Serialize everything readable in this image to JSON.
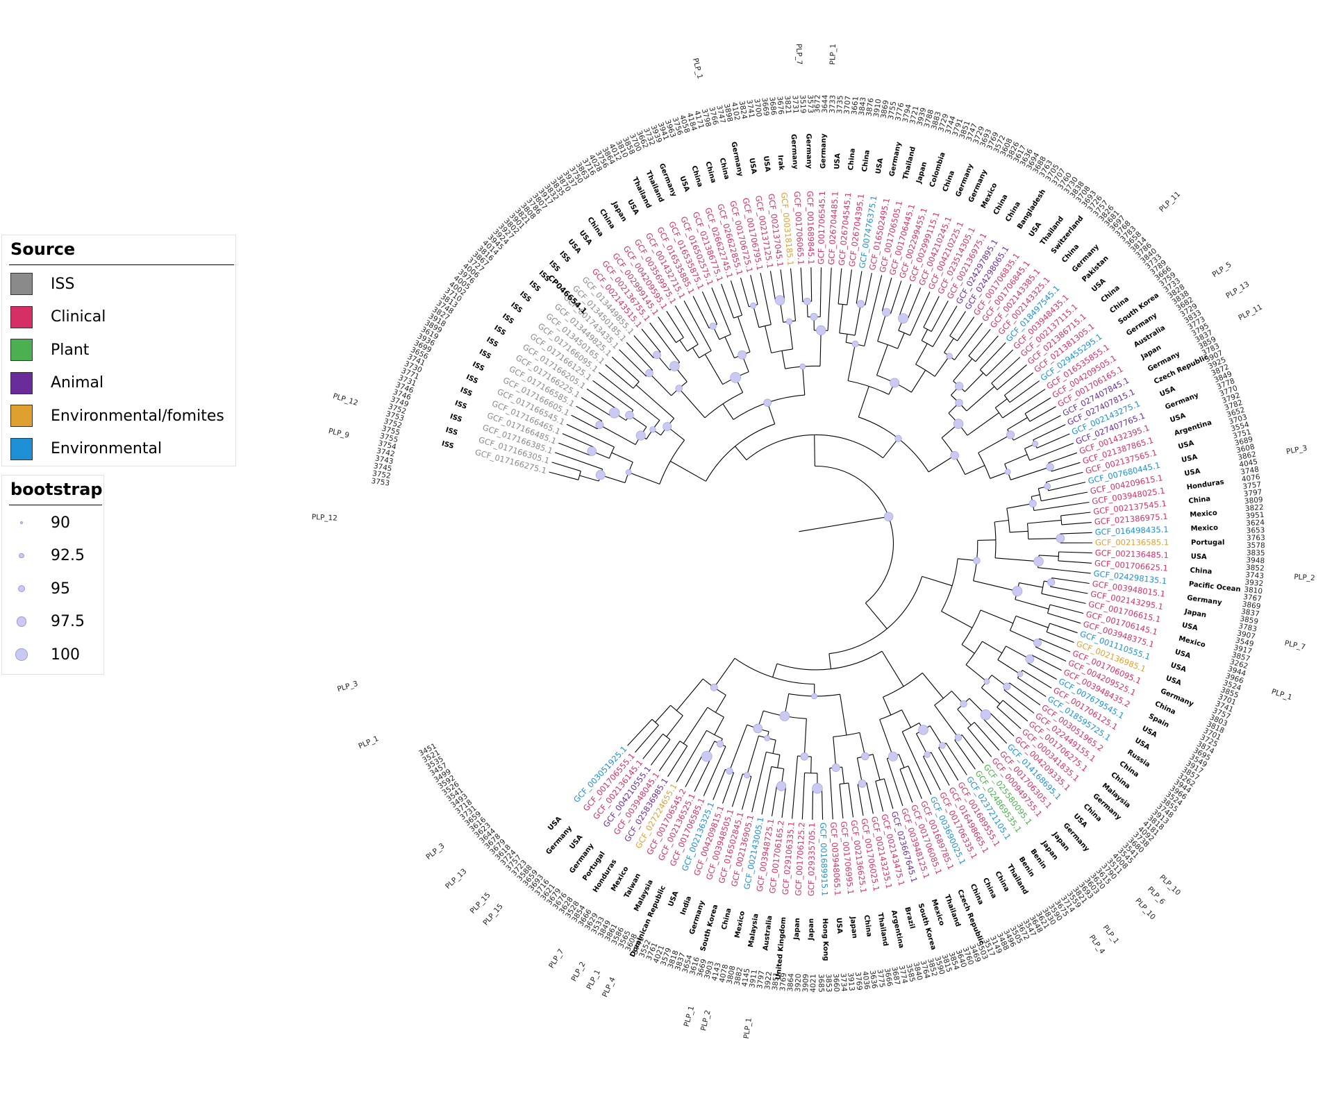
{
  "legend_source": {
    "title": "Source",
    "items": [
      {
        "label": "ISS",
        "color": "#8a8a8a"
      },
      {
        "label": "Clinical",
        "color": "#d62f65"
      },
      {
        "label": "Plant",
        "color": "#4caf50"
      },
      {
        "label": "Animal",
        "color": "#6a2c9a"
      },
      {
        "label": "Environmental/fomites",
        "color": "#e0a030"
      },
      {
        "label": "Environmental",
        "color": "#1e90d6"
      }
    ]
  },
  "legend_bootstrap": {
    "title": "bootstrap",
    "items": [
      {
        "label": "90",
        "value": 90
      },
      {
        "label": "92.5",
        "value": 92.5
      },
      {
        "label": "95",
        "value": 95
      },
      {
        "label": "97.5",
        "value": 97.5
      },
      {
        "label": "100",
        "value": 100
      }
    ]
  },
  "root_label": "CP046654.1",
  "iss_clade": [
    "GCF_017166275.1",
    "GCF_017166305.1",
    "GCF_017166385.1",
    "GCF_017166485.1",
    "GCF_017166465.1",
    "GCF_017166545.1",
    "GCF_017166605.1",
    "GCF_017166585.1",
    "GCF_017166225.1",
    "GCF_017166205.1",
    "GCF_017166125.1",
    "GCF_017166095.1",
    "GCF_013450165.1",
    "GCF_013449825.1",
    "GCF_001743435.1",
    "GCF_013450185.1",
    "GCF_013449855.1"
  ],
  "iss_country": "ISS",
  "leaf_labels": [
    {
      "acc": "GCF_002143515.1",
      "country": "USA",
      "src": "Clinical"
    },
    {
      "acc": "GCF_002136755.1",
      "country": "USA",
      "src": "Clinical"
    },
    {
      "acc": "GCF_002999145.1",
      "country": "China",
      "src": "Clinical"
    },
    {
      "acc": "GCF_004209595.1",
      "country": "China",
      "src": "Clinical"
    },
    {
      "acc": "GCF_003569975.1",
      "country": "Japan",
      "src": "Clinical"
    },
    {
      "acc": "GCF_001432715.1",
      "country": "USA",
      "src": "Clinical"
    },
    {
      "acc": "GCF_016535885.1",
      "country": "Thailand",
      "src": "Clinical"
    },
    {
      "acc": "GCF_016535875.1",
      "country": "Thailand",
      "src": "Clinical"
    },
    {
      "acc": "GCF_016502575.1",
      "country": "Germany",
      "src": "Clinical"
    },
    {
      "acc": "GCF_021386775.1",
      "country": "USA",
      "src": "Clinical"
    },
    {
      "acc": "GCF_026622745.1",
      "country": "China",
      "src": "Clinical"
    },
    {
      "acc": "GCF_026622855.1",
      "country": "China",
      "src": "Clinical"
    },
    {
      "acc": "GCF_001706725.1",
      "country": "China",
      "src": "Clinical"
    },
    {
      "acc": "GCF_001706795.1",
      "country": "Germany",
      "src": "Clinical"
    },
    {
      "acc": "GCF_002137125.1",
      "country": "USA",
      "src": "Clinical"
    },
    {
      "acc": "GCF_002137045.1",
      "country": "USA",
      "src": "Clinical"
    },
    {
      "acc": "GCF_000318185.1",
      "country": "Irak",
      "src": "Environmental/fomites"
    },
    {
      "acc": "GCF_001706065.1",
      "country": "Germany",
      "src": "Clinical"
    },
    {
      "acc": "GCF_001689845.1",
      "country": "Germany",
      "src": "Clinical"
    },
    {
      "acc": "GCF_001706545.1",
      "country": "Germany",
      "src": "Clinical"
    },
    {
      "acc": "GCF_026704485.1",
      "country": "USA",
      "src": "Clinical"
    },
    {
      "acc": "GCF_026704545.1",
      "country": "China",
      "src": "Clinical"
    },
    {
      "acc": "GCF_026704395.1",
      "country": "China",
      "src": "Clinical"
    },
    {
      "acc": "GCF_007476375.1",
      "country": "USA",
      "src": "Environmental"
    },
    {
      "acc": "GCF_016502495.1",
      "country": "Germany",
      "src": "Clinical"
    },
    {
      "acc": "GCF_001706505.1",
      "country": "Thailand",
      "src": "Clinical"
    },
    {
      "acc": "GCF_001706445.1",
      "country": "Japan",
      "src": "Clinical"
    },
    {
      "acc": "GCF_002299455.1",
      "country": "Colombia",
      "src": "Clinical"
    },
    {
      "acc": "GCF_002999115.1",
      "country": "China",
      "src": "Clinical"
    },
    {
      "acc": "GCF_004210245.1",
      "country": "Germany",
      "src": "Clinical"
    },
    {
      "acc": "GCF_004210225.1",
      "country": "Germany",
      "src": "Clinical"
    },
    {
      "acc": "GCF_023514305.1",
      "country": "Mexico",
      "src": "Clinical"
    },
    {
      "acc": "GCF_002136975.1",
      "country": "China",
      "src": "Clinical"
    },
    {
      "acc": "GCF_024297895.1",
      "country": "China",
      "src": "Animal"
    },
    {
      "acc": "GCF_024298065.1",
      "country": "Bangladesh",
      "src": "Animal"
    },
    {
      "acc": "GCF_001706835.1",
      "country": "USA",
      "src": "Clinical"
    },
    {
      "acc": "GCF_001706845.1",
      "country": "Thailand",
      "src": "Clinical"
    },
    {
      "acc": "GCF_002143385.1",
      "country": "Switzerland",
      "src": "Clinical"
    },
    {
      "acc": "GCF_002143325.1",
      "country": "China",
      "src": "Clinical"
    },
    {
      "acc": "GCF_018497545.1",
      "country": "Germany",
      "src": "Environmental"
    },
    {
      "acc": "GCF_003948435.1",
      "country": "Pakistan",
      "src": "Clinical"
    },
    {
      "acc": "GCF_002137115.1",
      "country": "USA",
      "src": "Clinical"
    },
    {
      "acc": "GCF_021386715.1",
      "country": "China",
      "src": "Clinical"
    },
    {
      "acc": "GCF_021381305.1",
      "country": "China",
      "src": "Clinical"
    },
    {
      "acc": "GCF_029455295.1",
      "country": "South Korea",
      "src": "Environmental"
    },
    {
      "acc": "GCF_016535855.1",
      "country": "Germany",
      "src": "Clinical"
    },
    {
      "acc": "GCF_004209505.1",
      "country": "Australia",
      "src": "Clinical"
    },
    {
      "acc": "GCF_001706165.1",
      "country": "Japan",
      "src": "Clinical"
    },
    {
      "acc": "GCF_027407845.1",
      "country": "Germany",
      "src": "Animal"
    },
    {
      "acc": "GCF_027407815.1",
      "country": "Czech Republic",
      "src": "Animal"
    },
    {
      "acc": "GCF_002143275.1",
      "country": "USA",
      "src": "Environmental"
    },
    {
      "acc": "GCF_027407765.1",
      "country": "Germany",
      "src": "Animal"
    },
    {
      "acc": "GCF_001432395.1",
      "country": "USA",
      "src": "Clinical"
    },
    {
      "acc": "GCF_021387865.1",
      "country": "Argentina",
      "src": "Clinical"
    },
    {
      "acc": "GCF_002137565.1",
      "country": "USA",
      "src": "Clinical"
    },
    {
      "acc": "GCF_007680445.1",
      "country": "USA",
      "src": "Environmental"
    },
    {
      "acc": "GCF_004209615.1",
      "country": "USA",
      "src": "Clinical"
    },
    {
      "acc": "GCF_003948025.1",
      "country": "Honduras",
      "src": "Clinical"
    },
    {
      "acc": "GCF_002137545.1",
      "country": "China",
      "src": "Clinical"
    },
    {
      "acc": "GCF_021386975.1",
      "country": "Mexico",
      "src": "Clinical"
    },
    {
      "acc": "GCF_016498435.1",
      "country": "Mexico",
      "src": "Environmental"
    },
    {
      "acc": "GCF_002136585.1",
      "country": "Portugal",
      "src": "Environmental/fomites"
    },
    {
      "acc": "GCF_002136485.1",
      "country": "USA",
      "src": "Clinical"
    },
    {
      "acc": "GCF_001706625.1",
      "country": "China",
      "src": "Clinical"
    },
    {
      "acc": "GCF_024298135.1",
      "country": "Pacific Ocean",
      "src": "Environmental"
    },
    {
      "acc": "GCF_003948015.1",
      "country": "Germany",
      "src": "Clinical"
    },
    {
      "acc": "GCF_002143295.1",
      "country": "Japan",
      "src": "Clinical"
    },
    {
      "acc": "GCF_001706615.1",
      "country": "USA",
      "src": "Clinical"
    },
    {
      "acc": "GCF_001706145.1",
      "country": "Mexico",
      "src": "Clinical"
    },
    {
      "acc": "GCF_003948375.1",
      "country": "USA",
      "src": "Clinical"
    },
    {
      "acc": "GCF_001110555.1",
      "country": "USA",
      "src": "Environmental"
    },
    {
      "acc": "GCF_002136985.1",
      "country": "USA",
      "src": "Environmental/fomites"
    },
    {
      "acc": "GCF_001706095.1",
      "country": "Germany",
      "src": "Clinical"
    },
    {
      "acc": "GCF_004209525.1",
      "country": "China",
      "src": "Clinical"
    },
    {
      "acc": "GCF_003948435.2",
      "country": "Spain",
      "src": "Clinical"
    },
    {
      "acc": "GCF_007679545.1",
      "country": "USA",
      "src": "Environmental"
    },
    {
      "acc": "GCF_001706125.1",
      "country": "USA",
      "src": "Clinical"
    },
    {
      "acc": "GCF_018595725.1",
      "country": "Russia",
      "src": "Environmental"
    },
    {
      "acc": "GCF_003051965.2",
      "country": "China",
      "src": "Clinical"
    },
    {
      "acc": "GCF_022449155.1",
      "country": "China",
      "src": "Clinical"
    },
    {
      "acc": "GCF_001706275.1",
      "country": "Malaysia",
      "src": "Clinical"
    },
    {
      "acc": "GCF_000341835.1",
      "country": "Germany",
      "src": "Clinical"
    },
    {
      "acc": "GCF_004209335.1",
      "country": "China",
      "src": "Clinical"
    },
    {
      "acc": "GCF_014168695.1",
      "country": "USA",
      "src": "Environmental"
    },
    {
      "acc": "GCF_001706305.1",
      "country": "Germany",
      "src": "Clinical"
    },
    {
      "acc": "GCF_000949755.1",
      "country": "Japan",
      "src": "Clinical"
    },
    {
      "acc": "GCF_025580095.1",
      "country": "Japan",
      "src": "Plant"
    },
    {
      "acc": "GCF_024869535.1",
      "country": "Benin",
      "src": "Plant"
    },
    {
      "acc": "GCF_023721105.1",
      "country": "Benin",
      "src": "Environmental"
    },
    {
      "acc": "GCF_001689555.1",
      "country": "Thailand",
      "src": "Clinical"
    },
    {
      "acc": "GCF_016498665.1",
      "country": "China",
      "src": "Clinical"
    },
    {
      "acc": "GCF_001706335.1",
      "country": "China",
      "src": "Clinical"
    },
    {
      "acc": "GCF_003690025.1",
      "country": "China",
      "src": "Environmental"
    },
    {
      "acc": "GCF_001689785.1",
      "country": "Czech Republic",
      "src": "Clinical"
    },
    {
      "acc": "GCF_001706085.1",
      "country": "Thailand",
      "src": "Clinical"
    },
    {
      "acc": "GCF_003948125.1",
      "country": "Mexico",
      "src": "Clinical"
    },
    {
      "acc": "GCF_023667645.1",
      "country": "South Korea",
      "src": "Animal"
    },
    {
      "acc": "GCF_002143475.1",
      "country": "Brazil",
      "src": "Clinical"
    },
    {
      "acc": "GCF_002143235.1",
      "country": "Argentina",
      "src": "Clinical"
    },
    {
      "acc": "GCF_001706025.1",
      "country": "Thailand",
      "src": "Clinical"
    },
    {
      "acc": "GCF_002136625.1",
      "country": "China",
      "src": "Clinical"
    },
    {
      "acc": "GCF_001706995.1",
      "country": "Japan",
      "src": "Clinical"
    },
    {
      "acc": "GCF_003948065.1",
      "country": "USA",
      "src": "Clinical"
    },
    {
      "acc": "GCF_001689915.1",
      "country": "Hong Kong",
      "src": "Environmental"
    },
    {
      "acc": "GCF_029335705.1",
      "country": "Japan",
      "src": "Clinical"
    },
    {
      "acc": "GCF_001706125.2",
      "country": "Japan",
      "src": "Clinical"
    },
    {
      "acc": "GCF_029106335.1",
      "country": "United Kingdom",
      "src": "Clinical"
    },
    {
      "acc": "GCF_001706165.2",
      "country": "Australia",
      "src": "Clinical"
    },
    {
      "acc": "GCF_003948725.1",
      "country": "Malaysia",
      "src": "Clinical"
    },
    {
      "acc": "GCF_002143005.1",
      "country": "Mexico",
      "src": "Environmental"
    },
    {
      "acc": "GCF_002136905.1",
      "country": "China",
      "src": "Clinical"
    },
    {
      "acc": "GCF_016502845.1",
      "country": "South Korea",
      "src": "Clinical"
    },
    {
      "acc": "GCF_003948505.1",
      "country": "Germany",
      "src": "Clinical"
    },
    {
      "acc": "GCF_004209815.1",
      "country": "India",
      "src": "Clinical"
    },
    {
      "acc": "GCF_002136325.1",
      "country": "USA",
      "src": "Environmental"
    },
    {
      "acc": "GCF_001706585.1",
      "country": "Dominican Republic",
      "src": "Clinical"
    },
    {
      "acc": "GCF_002136525.1",
      "country": "Malaysia",
      "src": "Clinical"
    },
    {
      "acc": "GCF_001706545.2",
      "country": "Taiwan",
      "src": "Clinical"
    },
    {
      "acc": "GCF_027224655.1",
      "country": "Mexico",
      "src": "Environmental/fomites"
    },
    {
      "acc": "GCF_025836985.1",
      "country": "Honduras",
      "src": "Animal"
    },
    {
      "acc": "GCF_003948045.1",
      "country": "Portugal",
      "src": "Clinical"
    },
    {
      "acc": "GCF_004210555.1",
      "country": "Germany",
      "src": "Animal"
    },
    {
      "acc": "GCF_002136145.1",
      "country": "USA",
      "src": "Clinical"
    },
    {
      "acc": "GCF_001706555.1",
      "country": "Germany",
      "src": "Clinical"
    },
    {
      "acc": "GCF_003051925.1",
      "country": "USA",
      "src": "Environmental"
    }
  ],
  "outer_values": [
    "3753",
    "3752",
    "3745",
    "3743",
    "3742",
    "3754",
    "3755",
    "3755",
    "3752",
    "3753",
    "3752",
    "3749",
    "3746",
    "3746",
    "3731",
    "3771",
    "3730",
    "3741",
    "3656",
    "3699",
    "3936",
    "3619",
    "3899",
    "3918",
    "3827",
    "3748",
    "3813",
    "3710",
    "4002",
    "4005",
    "3976",
    "4006",
    "3727",
    "3867",
    "3816",
    "4014",
    "3945",
    "3924",
    "3927",
    "3802",
    "3901",
    "3821",
    "3808",
    "3786",
    "3807",
    "3917",
    "3832",
    "3835",
    "3870",
    "3937",
    "3750",
    "3863",
    "3716",
    "4028",
    "3756",
    "3864",
    "4012",
    "3810",
    "3858",
    "3700",
    "3662",
    "3732",
    "3939",
    "3941",
    "3963",
    "3756",
    "4058",
    "4184",
    "4171",
    "3798",
    "3766",
    "3747",
    "3898",
    "4102",
    "3824",
    "3741",
    "3700",
    "3669",
    "3686",
    "3676",
    "3821",
    "3731",
    "3519",
    "3573",
    "3672",
    "3644",
    "3733",
    "3735",
    "3707",
    "3661",
    "3843",
    "3876",
    "3910",
    "3869",
    "3755",
    "3776",
    "3794",
    "3721",
    "3939",
    "3788",
    "3883",
    "3729",
    "3744",
    "3791",
    "3851",
    "3747",
    "3729",
    "3693",
    "3769",
    "3572",
    "3608",
    "3826",
    "3617",
    "3636",
    "3694",
    "3688",
    "3763",
    "3705",
    "3707",
    "3760",
    "3730",
    "3838",
    "3708",
    "3693",
    "3726",
    "3757",
    "3826",
    "3681",
    "3697",
    "3768",
    "3783",
    "3658",
    "3814",
    "3786",
    "3840",
    "3733",
    "3789",
    "3666",
    "3759",
    "3733",
    "3828",
    "3838",
    "3682",
    "3729",
    "3833",
    "3773",
    "3795",
    "3837",
    "3859",
    "3783",
    "3907",
    "3925",
    "3872",
    "3849",
    "3778",
    "3770",
    "3792",
    "3782",
    "3652",
    "3703",
    "3554",
    "3751",
    "3689",
    "3608",
    "3862",
    "4045",
    "3748",
    "4076",
    "3757",
    "3797",
    "3809",
    "3822",
    "3951",
    "3624",
    "3653",
    "3763",
    "3578",
    "3835",
    "3948",
    "3852",
    "3743",
    "3932",
    "3810",
    "3767",
    "3869",
    "3837",
    "3859",
    "3783",
    "3907",
    "3549",
    "3917",
    "3857",
    "3262",
    "3944",
    "3966",
    "3524",
    "3855",
    "3701",
    "3741",
    "3757",
    "3803",
    "3818",
    "3701",
    "3725",
    "3874",
    "3695",
    "3549",
    "3917",
    "3857",
    "3262",
    "3944",
    "3966",
    "3524",
    "3855",
    "3748",
    "3913",
    "3818",
    "4181",
    "4092",
    "3738",
    "3680",
    "3541",
    "3545",
    "4008",
    "3511",
    "3790",
    "3615",
    "3620",
    "3603",
    "3693",
    "3821",
    "3559",
    "3714",
    "3675",
    "3590",
    "3830",
    "3621",
    "3648",
    "3547",
    "3672",
    "3505",
    "3496",
    "3488",
    "3149",
    "3517",
    "3503",
    "3469",
    "3760",
    "3640",
    "3854",
    "3815",
    "3590",
    "3852",
    "3764",
    "3840",
    "3585",
    "3774",
    "3687",
    "3666",
    "3775",
    "3636",
    "4036",
    "3769",
    "3913",
    "3734",
    "3660",
    "3853",
    "3685",
    "4021",
    "3909",
    "3920",
    "3864",
    "3769",
    "3851",
    "3922",
    "3797",
    "3911",
    "4145",
    "3882",
    "3808",
    "4078",
    "4143",
    "3903",
    "3669",
    "3616",
    "3654",
    "3837",
    "3818",
    "3579",
    "4021",
    "3761",
    "3552",
    "3741",
    "3608",
    "3565",
    "3586",
    "3861",
    "3849",
    "3533",
    "3629",
    "3666",
    "3854",
    "3528",
    "3628",
    "3676",
    "3679",
    "3621",
    "3716",
    "3693",
    "3659",
    "3588",
    "3723",
    "3757",
    "3724",
    "3618",
    "3679",
    "3678",
    "3644",
    "3623",
    "3616",
    "3659",
    "3731",
    "3718",
    "3493",
    "3541",
    "3526",
    "3592",
    "3499",
    "3457",
    "3535",
    "3521",
    "3451"
  ],
  "plp_labels": [
    {
      "text": "PLP_1"
    },
    {
      "text": "PLP_7"
    },
    {
      "text": "PLP_1"
    },
    {
      "text": "PLP_11"
    },
    {
      "text": "PLP_5"
    },
    {
      "text": "PLP_13"
    },
    {
      "text": "PLP_11"
    },
    {
      "text": "PLP_3"
    },
    {
      "text": "PLP_2"
    },
    {
      "text": "PLP_7"
    },
    {
      "text": "PLP_1"
    },
    {
      "text": "PLP_10"
    },
    {
      "text": "PLP_6"
    },
    {
      "text": "PLP_10"
    },
    {
      "text": "PLP_1"
    },
    {
      "text": "PLP_4"
    },
    {
      "text": "PLP_1"
    },
    {
      "text": "PLP_2"
    },
    {
      "text": "PLP_1"
    },
    {
      "text": "PLP_4"
    },
    {
      "text": "PLP_1"
    },
    {
      "text": "PLP_2"
    },
    {
      "text": "PLP_7"
    },
    {
      "text": "PLP_15"
    },
    {
      "text": "PLP_15"
    },
    {
      "text": "PLP_13"
    },
    {
      "text": "PLP_3"
    },
    {
      "text": "PLP_1"
    },
    {
      "text": "PLP_3"
    },
    {
      "text": "PLP_12"
    },
    {
      "text": "PLP_9"
    },
    {
      "text": "PLP_12"
    }
  ],
  "colors": {
    "branch": "#000000",
    "bootstrap_fill": "#c9c9f2",
    "bootstrap_stroke": "#9a9ae0",
    "outer_text": "#222222"
  }
}
